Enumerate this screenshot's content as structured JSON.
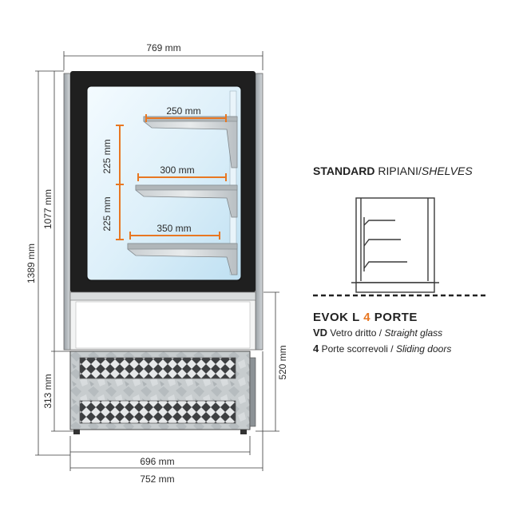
{
  "dimensions": {
    "top_width": "769 mm",
    "bottom_inner_width": "696 mm",
    "bottom_outer_width": "752 mm",
    "total_height": "1389 mm",
    "case_height": "1077 mm",
    "base_height": "313 mm",
    "depth_height": "520 mm",
    "shelf_top": "250 mm",
    "shelf_middle": "300 mm",
    "shelf_bottom": "350 mm",
    "spacing_upper": "225 mm",
    "spacing_lower": "225 mm"
  },
  "panel": {
    "title_bold": "STANDARD",
    "title_regular": "RIPIANI/",
    "title_italic": "SHELVES"
  },
  "model": {
    "name_prefix": "EVOK L",
    "name_number": "4",
    "name_suffix": "PORTE"
  },
  "specs": [
    {
      "code": "VD",
      "italian": "Vetro dritto /",
      "english": "Straight glass"
    },
    {
      "code": "4",
      "italian": "Porte scorrevoli /",
      "english": "Sliding doors"
    }
  ],
  "colors": {
    "accent": "#e87722",
    "frame": "#1f1f1f",
    "glass": "#dff1fb",
    "line": "#3a3a3a"
  }
}
